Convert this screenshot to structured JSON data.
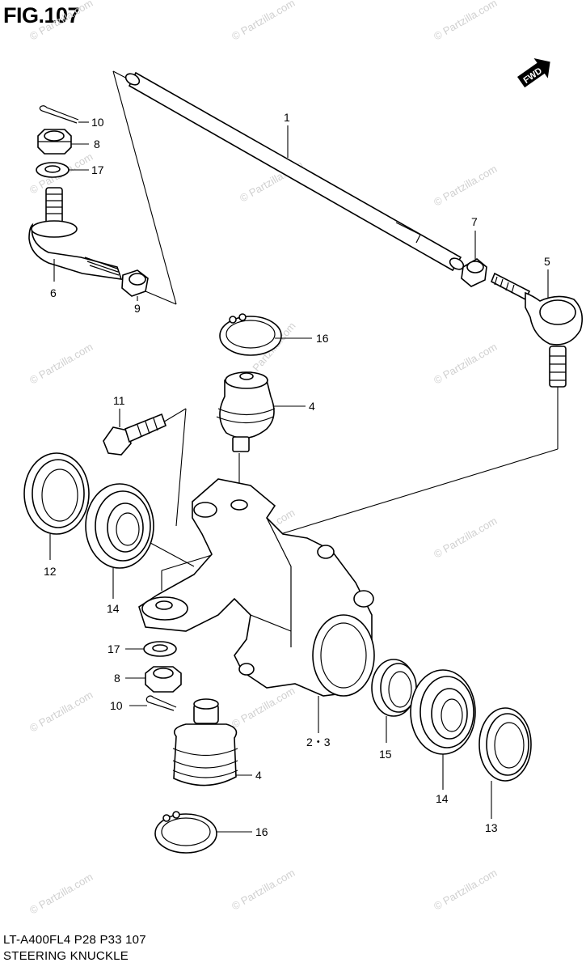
{
  "figure": {
    "title": "FIG.107",
    "footer_code": "LT-A400FL4  P28  P33  107",
    "footer_name": "STEERING KNUCKLE",
    "direction_badge": "FWD",
    "watermark": "© Partzilla.com"
  },
  "callouts": [
    {
      "id": "c1",
      "text": "1"
    },
    {
      "id": "c10a",
      "text": "10"
    },
    {
      "id": "c8a",
      "text": "8"
    },
    {
      "id": "c17a",
      "text": "17"
    },
    {
      "id": "c6",
      "text": "6"
    },
    {
      "id": "c9",
      "text": "9"
    },
    {
      "id": "c7",
      "text": "7"
    },
    {
      "id": "c5",
      "text": "5"
    },
    {
      "id": "c16a",
      "text": "16"
    },
    {
      "id": "c4a",
      "text": "4"
    },
    {
      "id": "c11",
      "text": "11"
    },
    {
      "id": "c12",
      "text": "12"
    },
    {
      "id": "c14a",
      "text": "14"
    },
    {
      "id": "c17b",
      "text": "17"
    },
    {
      "id": "c8b",
      "text": "8"
    },
    {
      "id": "c10b",
      "text": "10"
    },
    {
      "id": "c23",
      "text": "2・3"
    },
    {
      "id": "c15",
      "text": "15"
    },
    {
      "id": "c14b",
      "text": "14"
    },
    {
      "id": "c13",
      "text": "13"
    },
    {
      "id": "c4b",
      "text": "4"
    },
    {
      "id": "c16b",
      "text": "16"
    }
  ],
  "icons": [
    "fwd-arrow-icon"
  ]
}
